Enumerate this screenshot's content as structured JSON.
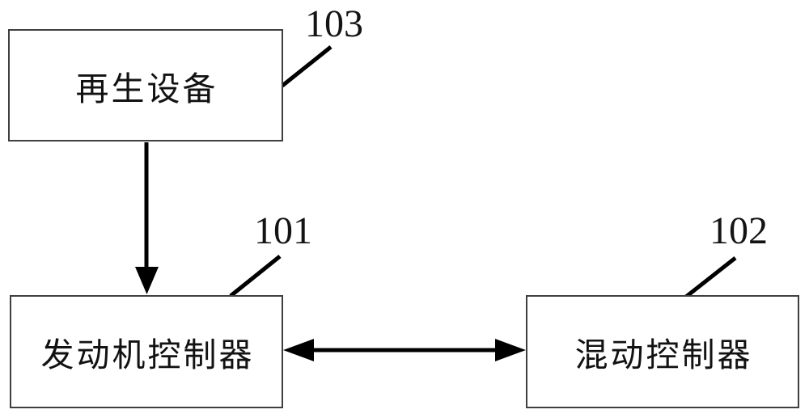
{
  "figure": {
    "type": "block-diagram",
    "background_color": "#ffffff",
    "line_color": "#000000",
    "box_border_color": "#3f3f3f",
    "nodes": {
      "regeneration_device": {
        "label": "再生设备",
        "ref": "103"
      },
      "engine_controller": {
        "label": "发动机控制器",
        "ref": "101"
      },
      "hybrid_controller": {
        "label": "混动控制器",
        "ref": "102"
      }
    },
    "connections": [
      {
        "from": "regeneration_device",
        "to": "engine_controller",
        "style": "arrow",
        "direction": "one-way"
      },
      {
        "from": "engine_controller",
        "to": "hybrid_controller",
        "style": "arrow",
        "direction": "two-way"
      }
    ]
  }
}
